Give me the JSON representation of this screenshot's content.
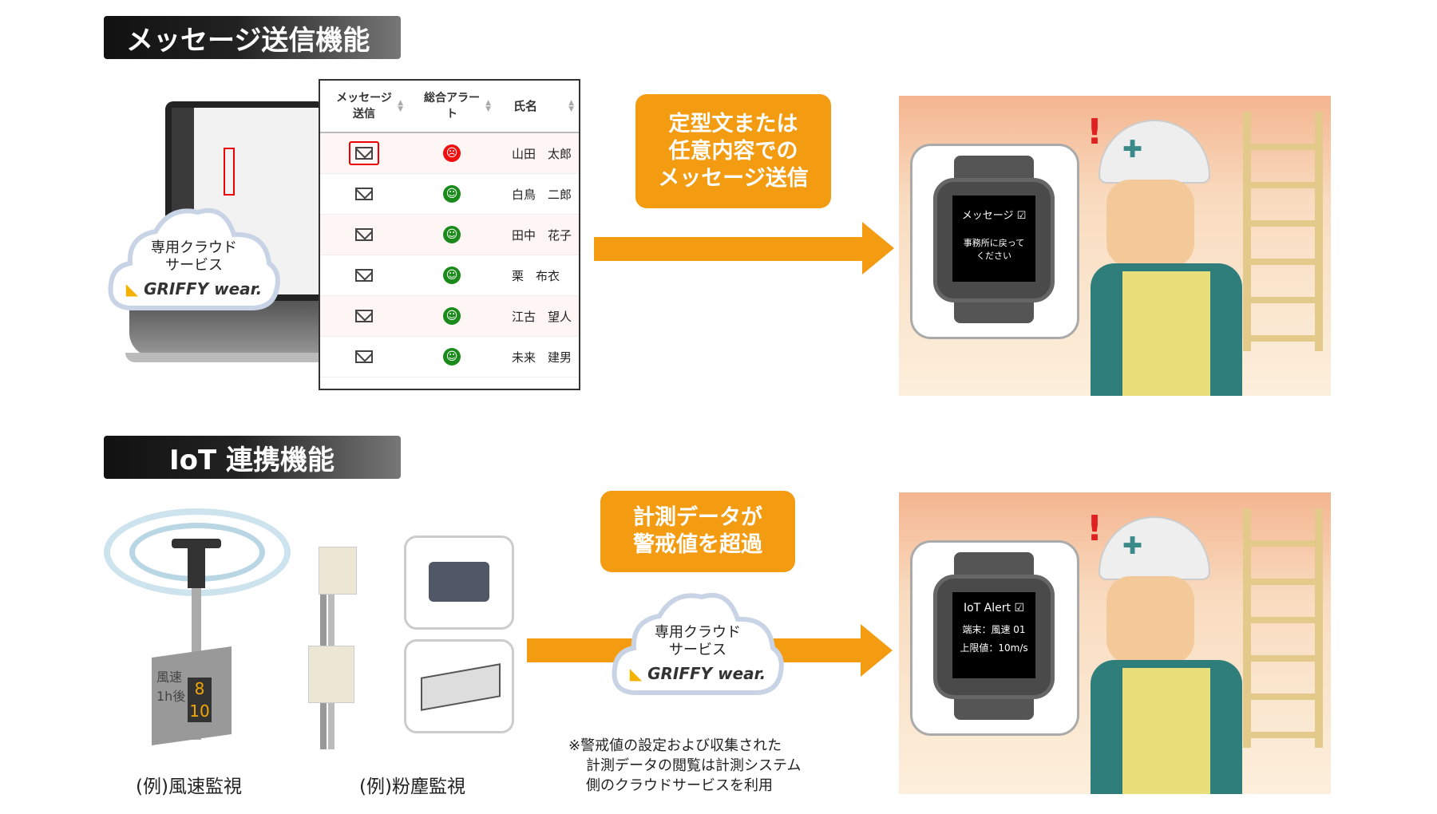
{
  "section1": {
    "title": "メッセージ送信機能",
    "table": {
      "headers": [
        "メッセージ送信",
        "総合アラート",
        "氏名"
      ],
      "rows": [
        {
          "alert": "bad",
          "name": "山田　太郎",
          "selected": true
        },
        {
          "alert": "good",
          "name": "白鳥　二郎",
          "selected": false
        },
        {
          "alert": "good",
          "name": "田中　花子",
          "selected": false
        },
        {
          "alert": "good",
          "name": "栗　布衣",
          "selected": false
        },
        {
          "alert": "good",
          "name": "江古　望人",
          "selected": false
        },
        {
          "alert": "good",
          "name": "未来　建男",
          "selected": false
        }
      ]
    },
    "cloud": {
      "line1": "専用クラウド",
      "line2": "サービス",
      "brand": "GRIFFY wear."
    },
    "callout": {
      "line1": "定型文または",
      "line2": "任意内容での",
      "line3": "メッセージ送信"
    },
    "watch": {
      "title": "メッセージ",
      "line1": "事務所に戻って",
      "line2": "ください"
    }
  },
  "section2": {
    "title": "IoT 連携機能",
    "callout": {
      "line1": "計測データが",
      "line2": "警戒値を超過"
    },
    "cloud": {
      "line1": "専用クラウド",
      "line2": "サービス",
      "brand": "GRIFFY wear."
    },
    "anemometer": {
      "label": "(例)風速監視",
      "sign_label1": "風速",
      "sign_label2": "1h後",
      "value1": "8",
      "value2": "10"
    },
    "dust": {
      "label": "(例)粉塵監視"
    },
    "note": {
      "line1": "※警戒値の設定および収集された",
      "line2": "計測データの閲覧は計測システム",
      "line3": "側のクラウドサービスを利用"
    },
    "watch": {
      "title": "IoT Alert",
      "line1": "端末：風速 01",
      "line2": "上限値：10m/s"
    }
  },
  "colors": {
    "accent": "#f39c12",
    "alert_bad": "#f01010",
    "alert_good": "#1a8a1a"
  }
}
